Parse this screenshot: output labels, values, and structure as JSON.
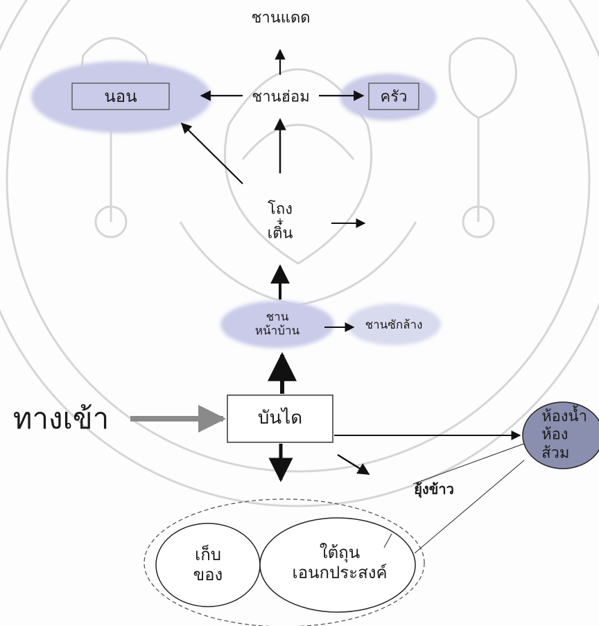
{
  "diagram": {
    "nodes": {
      "chan_daet": "ชานแดด",
      "non": "นอน",
      "chan_hom": "ชานฮ่อม",
      "khrua": "ครัว",
      "thong_doen_1": "โถง",
      "thong_doen_2": "เติ๋น",
      "chan_na_ban_1": "ชาน",
      "chan_na_ban_2": "หน้าบ้าน",
      "chan_sak_lang": "ชานซักล้าง",
      "thang_khao": "ทางเข้า",
      "ban_dai": "บันได",
      "hong_nam_1": "ห้องน้ำ",
      "hong_nam_2": "ห้องส้วม",
      "yung_khao": "ยุ้งข้าว",
      "tai_thun_1": "ใต้ถุน",
      "tai_thun_2": "เอนกประสงค์",
      "kep_khong_1": "เก็บ",
      "kep_khong_2": "ของ"
    },
    "colors": {
      "lavender": "#c9cbe8",
      "bathroom": "#8a8fb0",
      "stroke": "#111111",
      "entry_arrow": "#8a8a8a",
      "seal": "#d5d5d5"
    }
  }
}
